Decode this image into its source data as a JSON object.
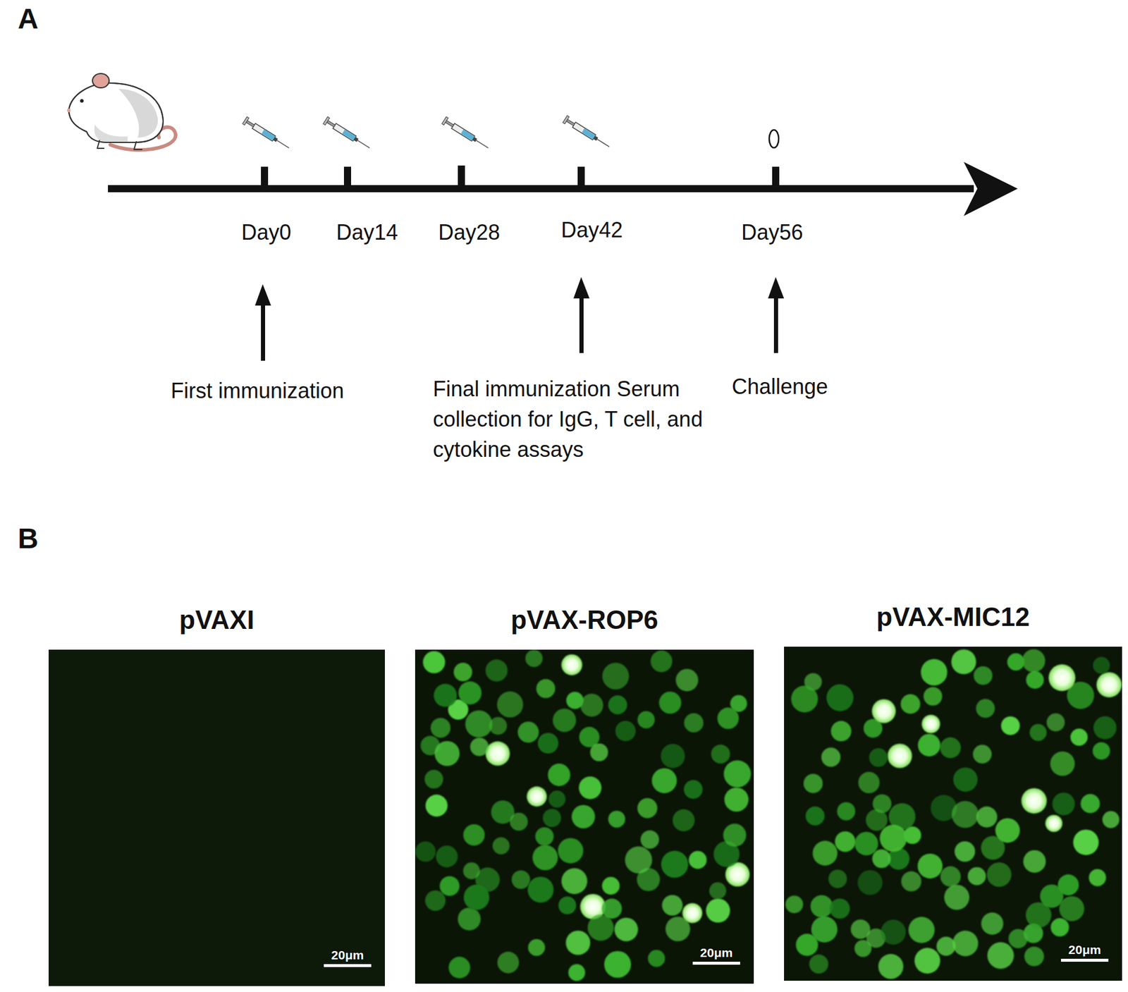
{
  "diagram": {
    "nodes": [
      {
        "text": [
          "pVAXI",
          "20μm"
        ]
      },
      {
        "text": [
          "pVAX-ROP6",
          "20μm"
        ]
      },
      {
        "text": [
          "pVAX-MIC12",
          "20μm"
        ]
      }
    ],
    "labels": [
      "A",
      "Day0",
      "Day14",
      "Day28",
      "Day42",
      "Day56",
      "First immunization",
      "Final immunization Serum collection for IgG, T cell, and cytokine assays",
      "Challenge",
      "B"
    ]
  }
}
